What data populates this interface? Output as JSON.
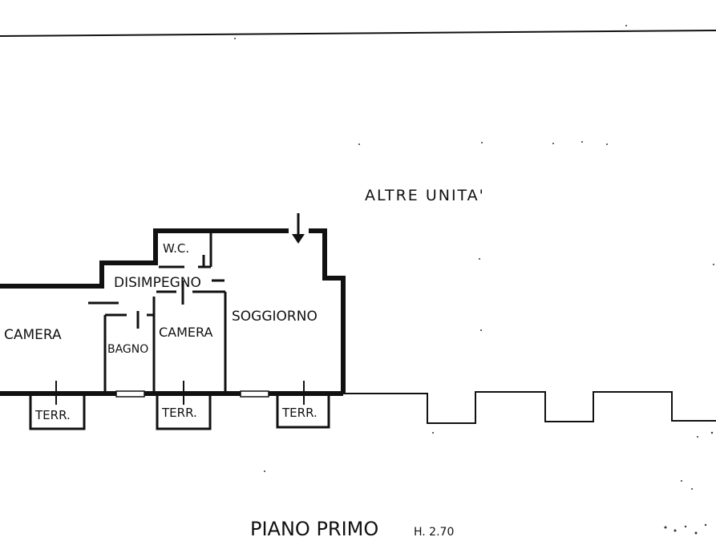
{
  "labels": {
    "altre_unita": "ALTRE UNITA'",
    "wc": "W.C.",
    "disimpegno": "DISIMPEGNO",
    "camera_left": "CAMERA",
    "bagno": "BAGNO",
    "camera_center": "CAMERA",
    "soggiorno": "SOGGIORNO",
    "terr_left": "TERR.",
    "terr_center": "TERR.",
    "terr_right": "TERR.",
    "piano": "PIANO PRIMO",
    "height": "H. 2.70"
  },
  "colors": {
    "ink": "#111111",
    "paper": "#ffffff"
  }
}
